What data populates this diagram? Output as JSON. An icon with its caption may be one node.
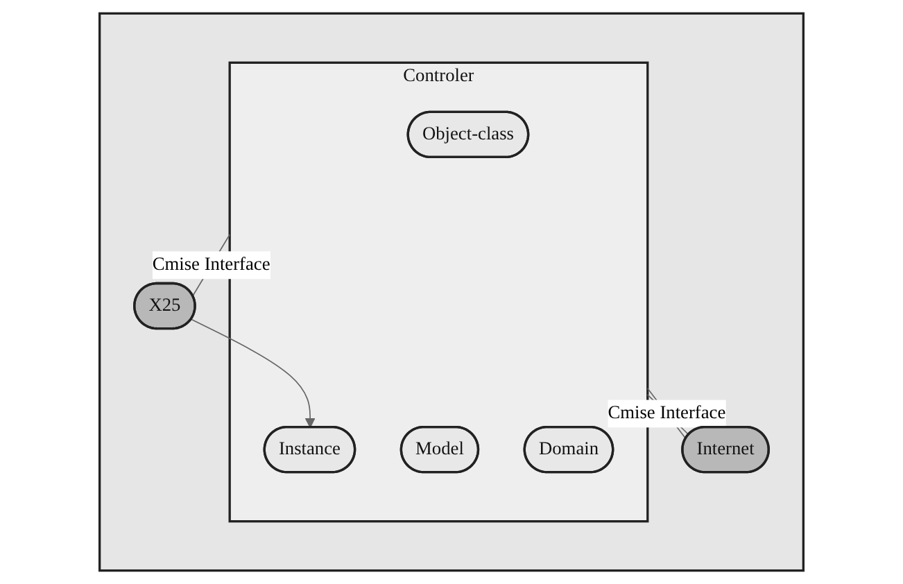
{
  "diagram": {
    "nodes": [
      {
        "text": [],
        "shape": "box"
      },
      {
        "text": [
          "Controler"
        ],
        "in": 0
      },
      {
        "text": [
          "Object-class"
        ],
        "in": 1
      },
      {
        "text": [
          "Model"
        ],
        "in": 1
      },
      {
        "text": [
          "Instance"
        ],
        "in": 1
      },
      {
        "text": [
          "Domain"
        ],
        "in": 1
      },
      {
        "text": [
          "X25"
        ],
        "in": 0
      },
      {
        "text": [
          "Internet"
        ],
        "in": 0
      }
    ],
    "edges": [
      {
        "from": 1,
        "to": 6,
        "arrow": "none",
        "label": "Cmise Interface"
      },
      {
        "from": 6,
        "to": 4,
        "arrow": "to"
      },
      {
        "from": 1,
        "to": 7,
        "arrow": "none",
        "label": "Cmise Interface"
      },
      {
        "from": 1,
        "to": 7,
        "arrow": "none"
      }
    ]
  }
}
